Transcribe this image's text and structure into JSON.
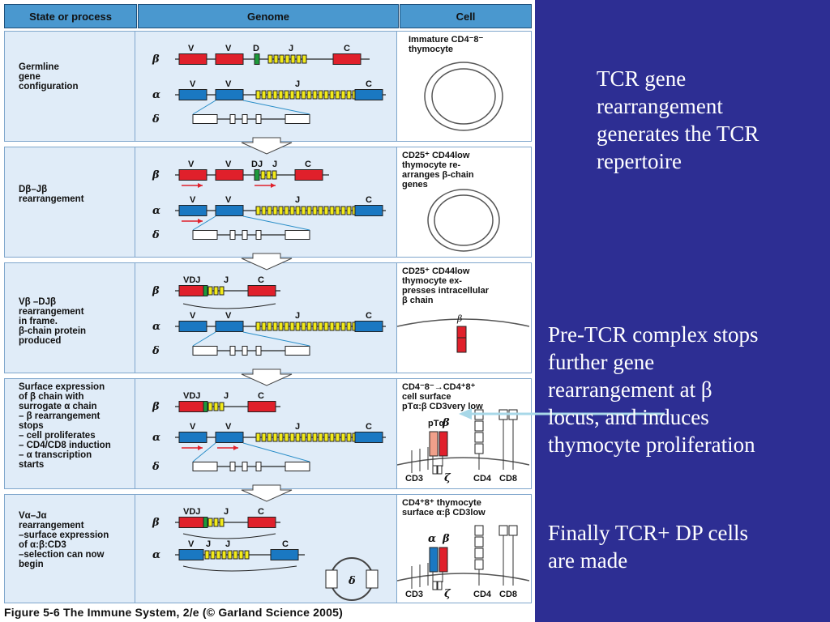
{
  "figure": {
    "headers": {
      "state": "State or process",
      "genome": "Genome",
      "cell": "Cell"
    },
    "rows": [
      {
        "state": "Germline\ngene\nconfiguration",
        "cell": "Immature CD4⁻8⁻\nthymocyte"
      },
      {
        "state": "Dβ–Jβ\nrearrangement",
        "cell": "CD25⁺ CD44low\nthymocyte re-\narranges β-chain\ngenes"
      },
      {
        "state": "Vβ –DJβ\nrearrangement\nin frame.\nβ-chain protein\nproduced",
        "cell": "CD25⁺ CD44low\nthymocyte ex-\npresses intracellular\nβ chain"
      },
      {
        "state": "Surface expression\nof β chain with\nsurrogate α chain\n– β rearrangement\n   stops\n– cell proliferates\n– CD4/CD8 induction\n– α transcription\n   starts",
        "cell": "CD4⁻8⁻→CD4⁺8⁺\ncell surface\npTα:β CD3very low"
      },
      {
        "state": "Vα–Jα\nrearrangement\n–surface expression\n  of α:β:CD3\n–selection can now\n  begin",
        "cell": "CD4⁺8⁺ thymocyte\nsurface α:β CD3low"
      }
    ],
    "labels": {
      "beta": "β",
      "alpha": "α",
      "delta": "δ",
      "V": "V",
      "D": "D",
      "J": "J",
      "C": "C",
      "DJ": "DJ",
      "VDJ": "VDJ",
      "pTa": "pTα",
      "CD3": "CD3",
      "CD4": "CD4",
      "CD8": "CD8",
      "zeta": "ζ"
    },
    "colors": {
      "V": "#e0202b",
      "D": "#1c9a3a",
      "J": "#f2ea1a",
      "alpha": "#1a78c2",
      "delta": "#ffffff",
      "pTa": "#f0a08a",
      "arrow": "#e0202b"
    },
    "caption": "Figure 5-6  The Immune System, 2/e (© Garland Science 2005)"
  },
  "slide": {
    "text1": "TCR gene\nrearrangement\ngenerates the TCR\nrepertoire",
    "text2": "Pre-TCR complex stops\nfurther gene\nrearrangement at β\nlocus, and induces\nthymocyte proliferation",
    "text3": "Finally TCR+ DP cells\nare made"
  }
}
